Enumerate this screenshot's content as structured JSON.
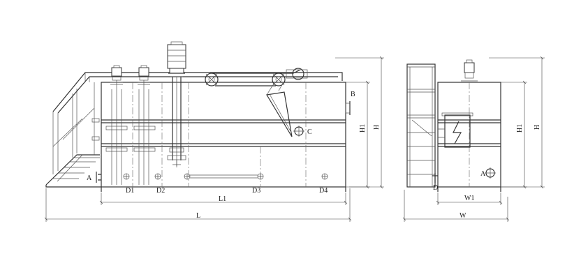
{
  "labels": {
    "A": "A",
    "A_side": "A",
    "B": "B",
    "C": "C",
    "D_side": "D",
    "D1": "D1",
    "D2": "D2",
    "D3": "D3",
    "D4": "D4",
    "L1": "L1",
    "L": "L",
    "H1": "H1",
    "H": "H",
    "H1_side": "H1",
    "H_side": "H",
    "W1": "W1",
    "W": "W"
  }
}
